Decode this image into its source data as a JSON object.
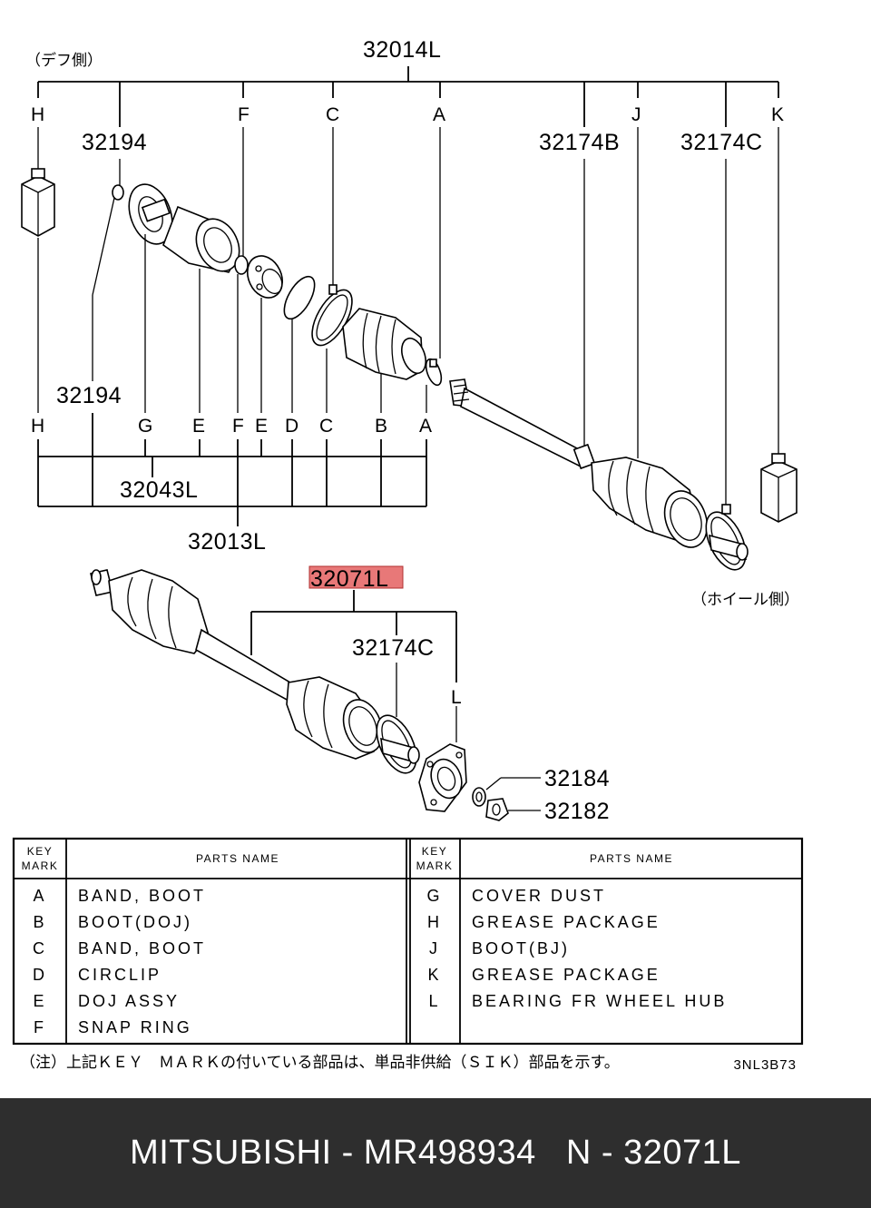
{
  "diagram": {
    "diff_side_label": "（デフ側）",
    "wheel_side_label": "（ホイール側）",
    "part_numbers": {
      "assy_top": "32014L",
      "p32194_top": "32194",
      "p32194_bottom": "32194",
      "p32174B": "32174B",
      "p32174C_top": "32174C",
      "p32043L": "32043L",
      "p32013L": "32013L",
      "p32071L": "32071L",
      "p32174C_bottom": "32174C",
      "p32184": "32184",
      "p32182": "32182"
    },
    "top_keys": [
      "H",
      "F",
      "C",
      "A",
      "J",
      "K"
    ],
    "bottom_keys": [
      "H",
      "G",
      "E",
      "F",
      "E",
      "D",
      "C",
      "B",
      "A"
    ],
    "hub_key": "L",
    "highlight_color": "#e87878"
  },
  "table": {
    "header_key": [
      "KEY",
      "MARK"
    ],
    "header_name": "PARTS NAME",
    "left_rows": [
      {
        "key": "A",
        "name": "BAND, BOOT"
      },
      {
        "key": "B",
        "name": "BOOT(DOJ)"
      },
      {
        "key": "C",
        "name": "BAND, BOOT"
      },
      {
        "key": "D",
        "name": "CIRCLIP"
      },
      {
        "key": "E",
        "name": "DOJ ASSY"
      },
      {
        "key": "F",
        "name": "SNAP RING"
      }
    ],
    "right_rows": [
      {
        "key": "G",
        "name": "COVER DUST"
      },
      {
        "key": "H",
        "name": "GREASE PACKAGE"
      },
      {
        "key": "J",
        "name": "BOOT(BJ)"
      },
      {
        "key": "K",
        "name": "GREASE PACKAGE"
      },
      {
        "key": "L",
        "name": "BEARING FR WHEEL HUB"
      },
      {
        "key": "",
        "name": ""
      }
    ]
  },
  "note": "（注）上記ＫＥＹ　ＭＡＲＫの付いている部品は、単品非供給（ＳＩＫ）部品を示す。",
  "drawing_code": "3NL3B73",
  "footer": {
    "text": "MITSUBISHI - MR498934   N - 32071L"
  }
}
